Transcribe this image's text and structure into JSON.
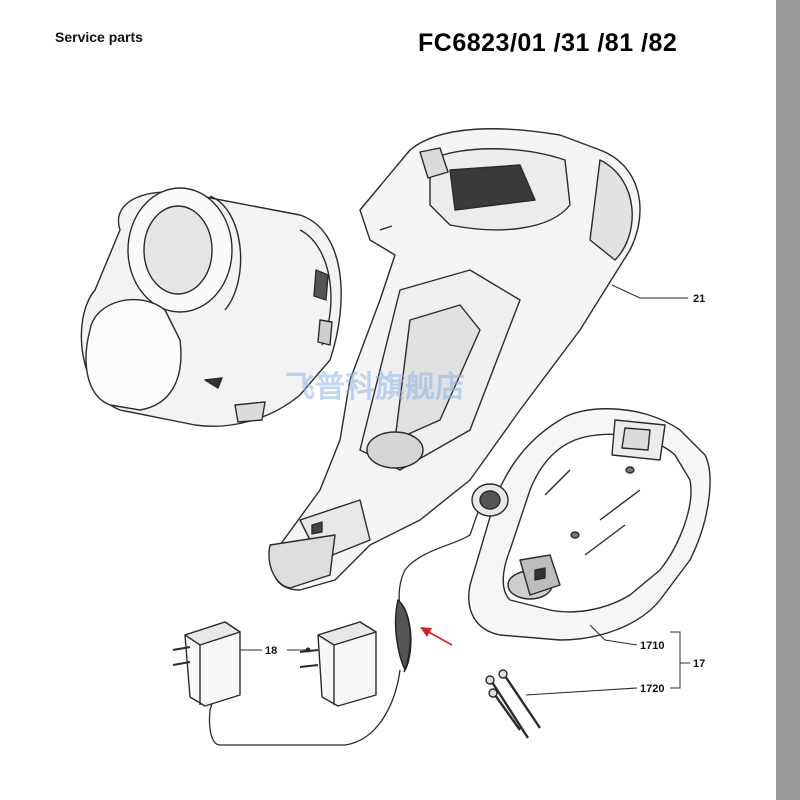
{
  "header": {
    "section_title": "Service parts",
    "model_numbers": "FC6823/01 /31 /81 /82"
  },
  "callouts": {
    "c21": "21",
    "c18": "18",
    "c1710": "1710",
    "c1720": "1720",
    "c17": "17"
  },
  "watermark": "飞普科旗舰店",
  "colors": {
    "line": "#2b2b2b",
    "part_fill": "#f4f4f4",
    "part_shade": "#dcdcdc",
    "marker_arrow": "#d22020",
    "side_bar": "#9a9a9a"
  }
}
